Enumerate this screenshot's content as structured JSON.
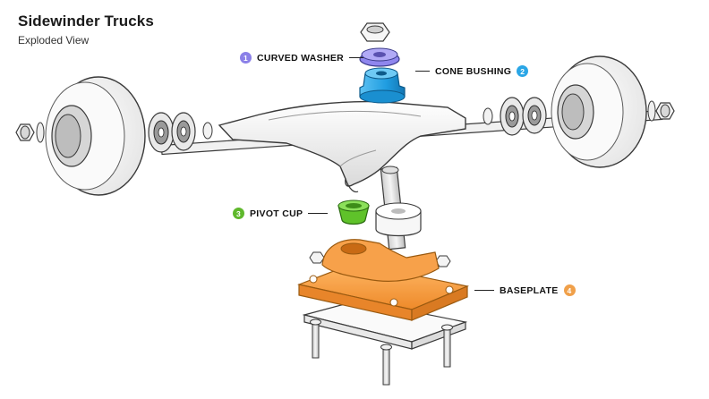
{
  "title": "Sidewinder Trucks",
  "subtitle": "Exploded View",
  "callouts": [
    {
      "number": "1",
      "label": "CURVED WASHER",
      "color": "#8b80e8"
    },
    {
      "number": "2",
      "label": "CONE BUSHING",
      "color": "#2aa6e6"
    },
    {
      "number": "3",
      "label": "PIVOT CUP",
      "color": "#5fb82c"
    },
    {
      "number": "4",
      "label": "BASEPLATE",
      "color": "#f0a04a"
    }
  ],
  "part_colors": {
    "curved_washer": "#8f86ee",
    "cone_bushing": "#1f9ce0",
    "pivot_cup": "#5fc22a",
    "baseplate": "#f59a3c",
    "outline": "#3a3a3a"
  }
}
